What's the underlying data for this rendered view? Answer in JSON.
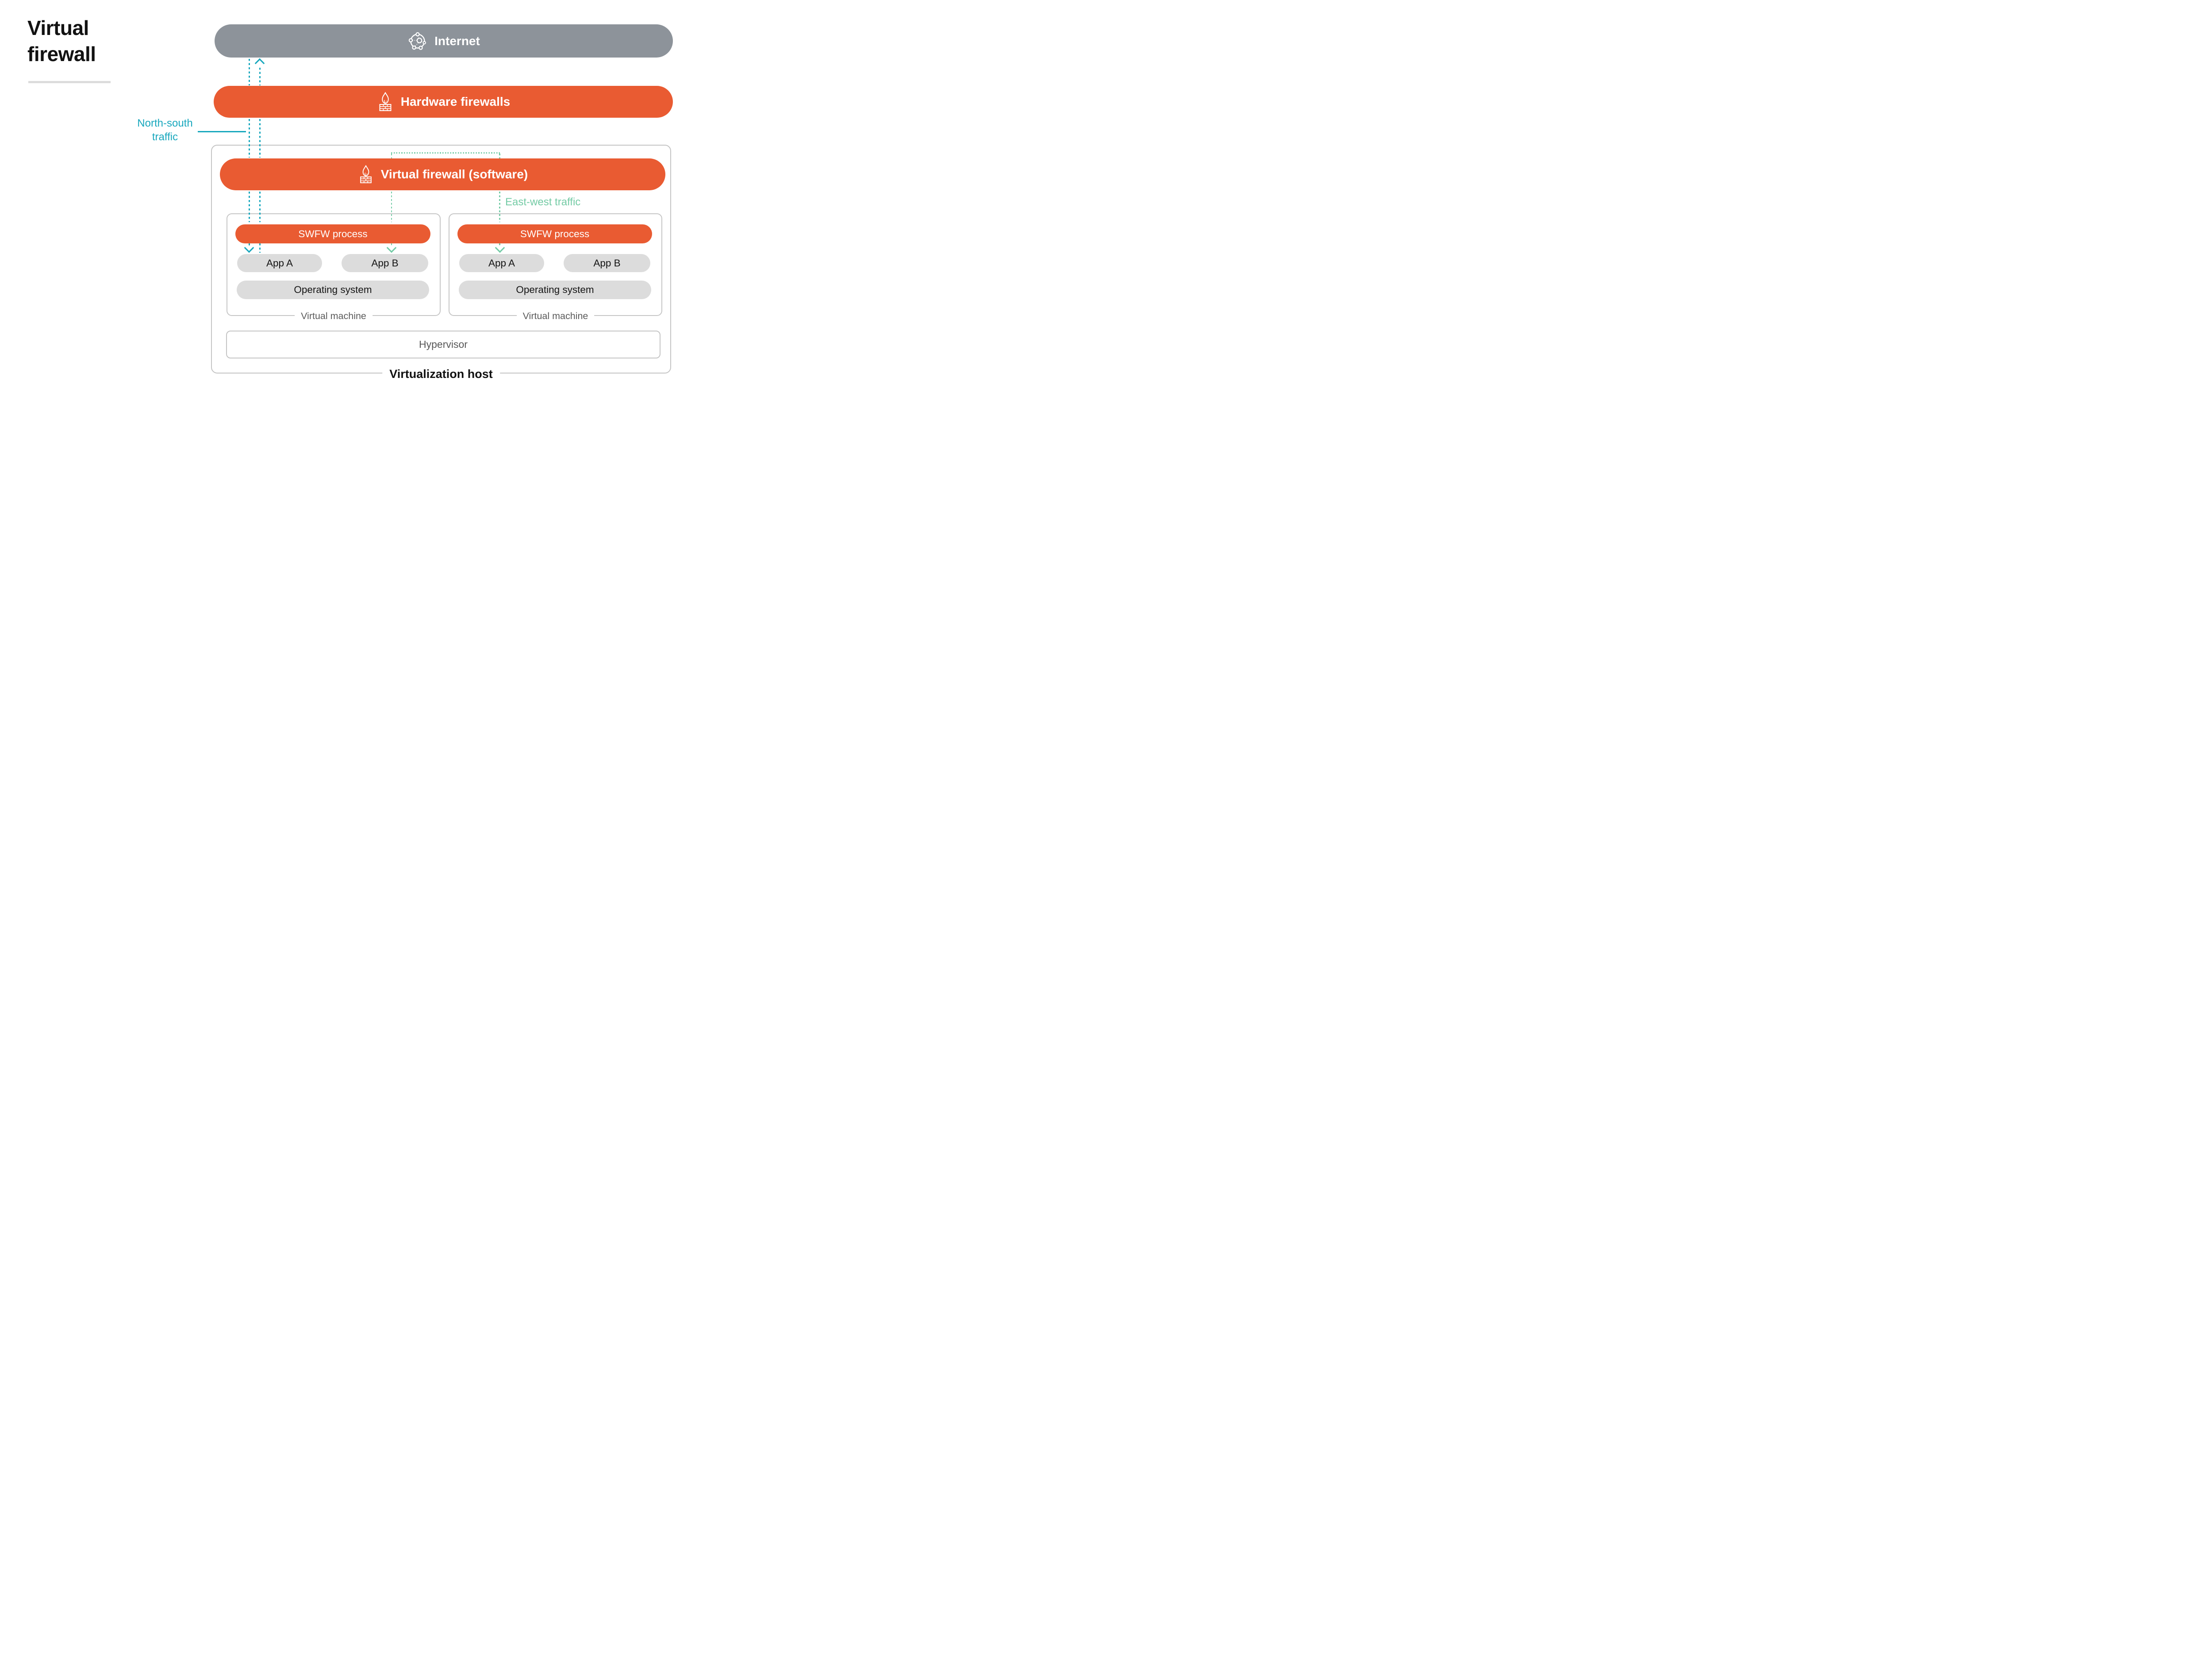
{
  "title": {
    "line1": "Virtual",
    "line2": "firewall"
  },
  "layers": {
    "internet": {
      "label": "Internet",
      "icon": "globe-network-icon"
    },
    "hardware_firewalls": {
      "label": "Hardware firewalls",
      "icon": "firewall-brick-flame-icon"
    },
    "virtual_firewall": {
      "label": "Virtual firewall (software)",
      "icon": "firewall-brick-flame-icon"
    }
  },
  "traffic": {
    "north_south": {
      "line1": "North-south",
      "line2": "traffic",
      "color": "#17A7BD"
    },
    "east_west": {
      "label": "East-west traffic",
      "color": "#72CBA5"
    }
  },
  "virtualization_host": {
    "caption": "Virtualization host",
    "hypervisor_label": "Hypervisor",
    "virtual_machines": [
      {
        "swfw_label": "SWFW process",
        "app_a": "App A",
        "app_b": "App B",
        "os_label": "Operating system",
        "caption": "Virtual machine"
      },
      {
        "swfw_label": "SWFW process",
        "app_a": "App A",
        "app_b": "App B",
        "os_label": "Operating system",
        "caption": "Virtual machine"
      }
    ]
  },
  "colors": {
    "orange": "#E95B32",
    "internet_gray": "#8D939A",
    "teal": "#17A7BD",
    "mint": "#72CBA5",
    "pill_gray": "#DCDCDC",
    "border_gray": "#C4C4C4"
  }
}
